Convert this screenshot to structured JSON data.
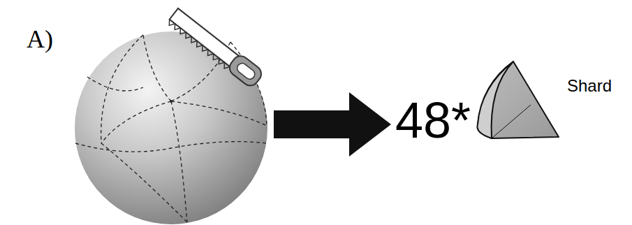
{
  "diagram": {
    "labels": [
      "A)",
      "48*",
      "Shard"
    ]
  }
}
